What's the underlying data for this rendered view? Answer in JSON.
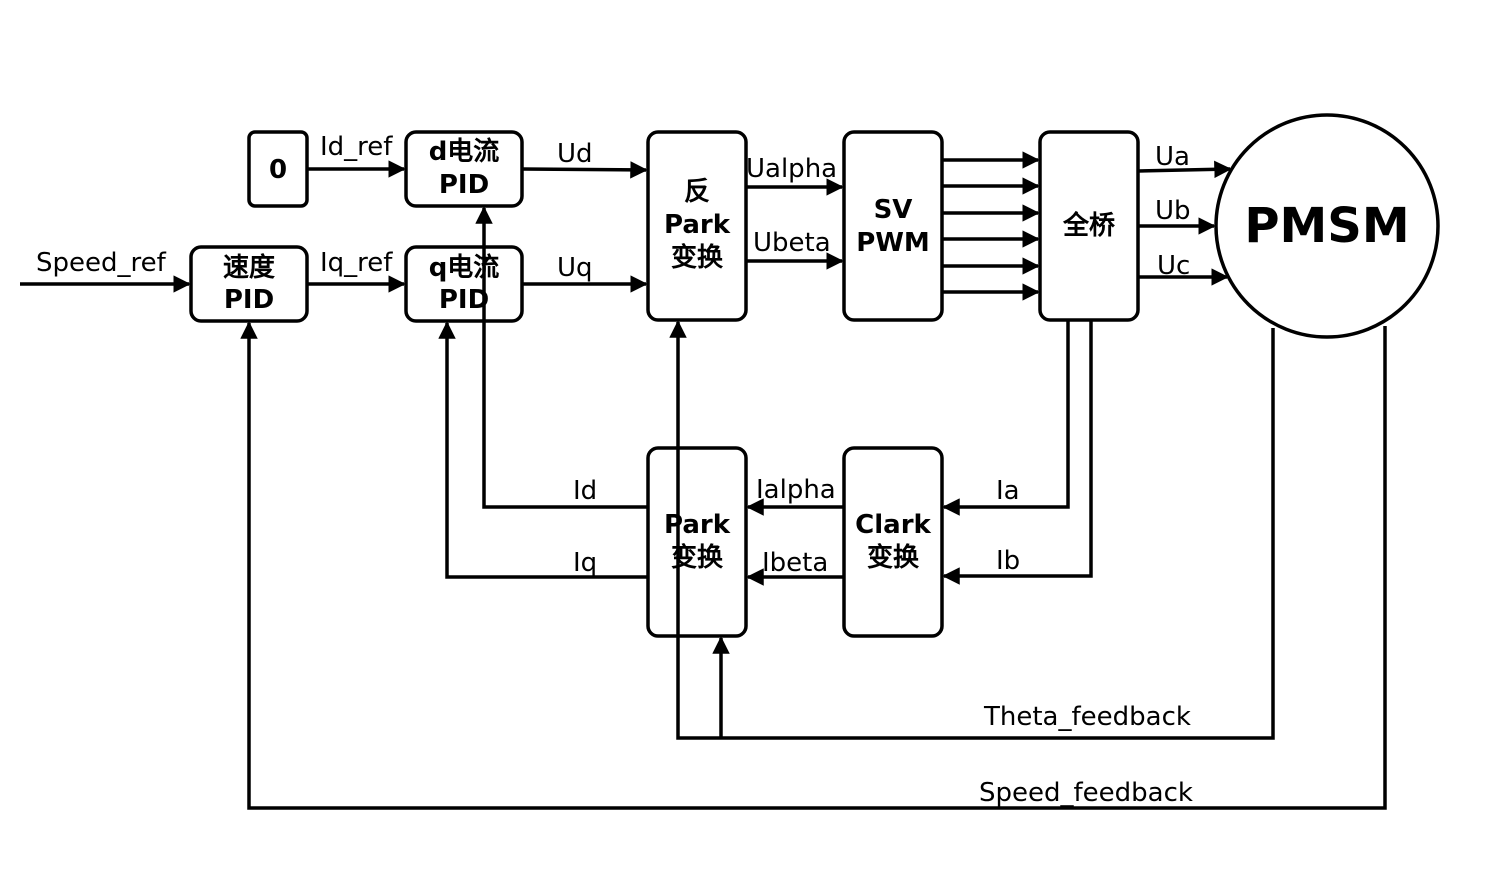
{
  "blocks": {
    "zero": {
      "line1": "0"
    },
    "d_pid": {
      "line1": "d电流",
      "line2": "PID"
    },
    "speed_pid": {
      "line1": "速度",
      "line2": "PID"
    },
    "q_pid": {
      "line1": "q电流",
      "line2": "PID"
    },
    "inv_park": {
      "line1": "反",
      "line2": "Park",
      "line3": "变换"
    },
    "svpwm": {
      "line1": "SV",
      "line2": "PWM"
    },
    "bridge": {
      "line1": "全桥"
    },
    "pmsm": {
      "line1": "PMSM"
    },
    "park": {
      "line1": "Park",
      "line2": "变换"
    },
    "clark": {
      "line1": "Clark",
      "line2": "变换"
    }
  },
  "signals": {
    "speed_ref": "Speed_ref",
    "id_ref": "Id_ref",
    "iq_ref": "Iq_ref",
    "ud": "Ud",
    "uq": "Uq",
    "ualpha": "Ualpha",
    "ubeta": "Ubeta",
    "ua": "Ua",
    "ub": "Ub",
    "uc": "Uc",
    "id": "Id",
    "iq": "Iq",
    "ialpha": "Ialpha",
    "ibeta": "Ibeta",
    "ia": "Ia",
    "ib": "Ib",
    "theta_feedback": "Theta_feedback",
    "speed_feedback": "Speed_feedback"
  }
}
